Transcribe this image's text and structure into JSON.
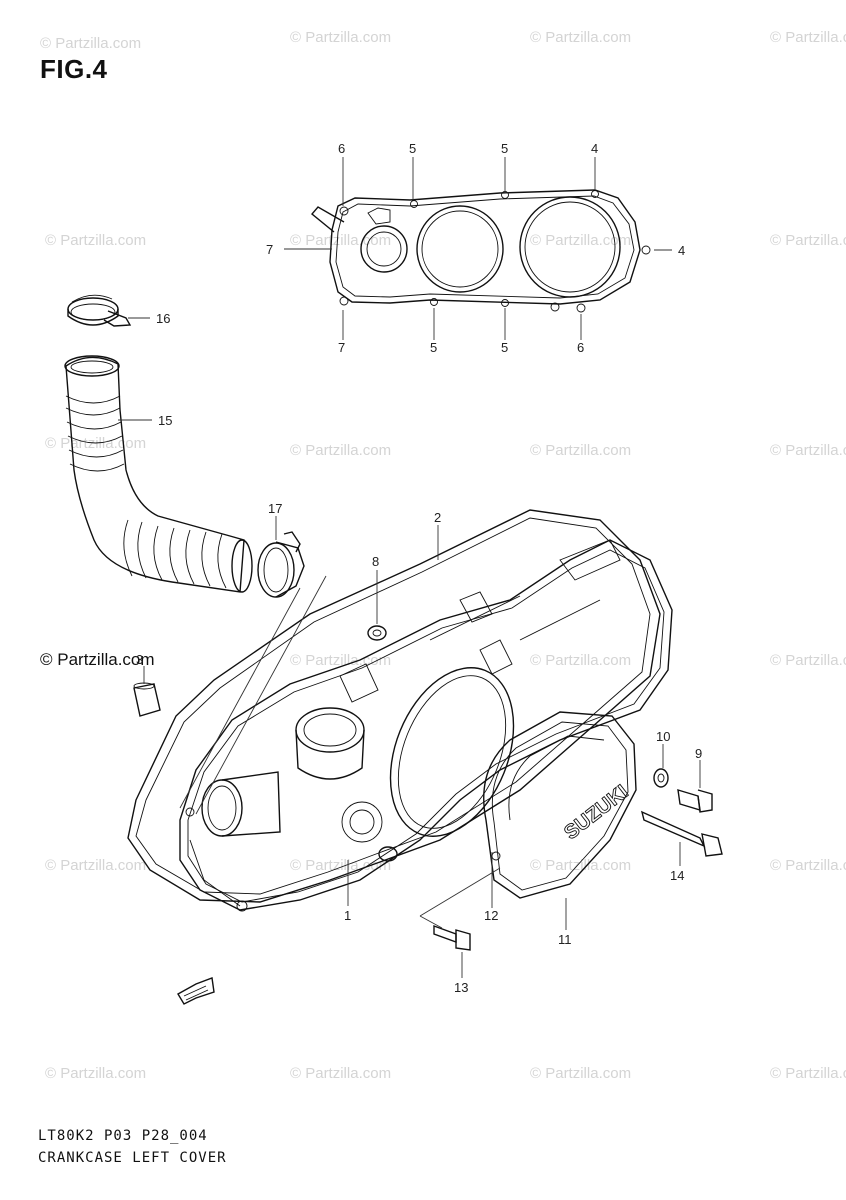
{
  "figure": {
    "title": "FIG.4",
    "code": "LT80K2 P03 P28_004",
    "name": "CRANKCASE LEFT COVER",
    "brand_mark": "SUZUKI"
  },
  "watermark": {
    "text": "© Partzilla.com",
    "featured_text": "© Partzilla.com"
  },
  "callouts": {
    "c1": "1",
    "c2": "2",
    "c3": "3",
    "c4a": "4",
    "c4b": "4",
    "c5a": "5",
    "c5b": "5",
    "c5c": "5",
    "c5d": "5",
    "c6a": "6",
    "c6b": "6",
    "c7a": "7",
    "c7b": "7",
    "c8": "8",
    "c9": "9",
    "c10": "10",
    "c11": "11",
    "c12": "12",
    "c13": "13",
    "c14": "14",
    "c15": "15",
    "c16": "16",
    "c17": "17"
  },
  "colors": {
    "line": "#111111",
    "watermark": "#d4d4d4",
    "background": "#ffffff"
  }
}
